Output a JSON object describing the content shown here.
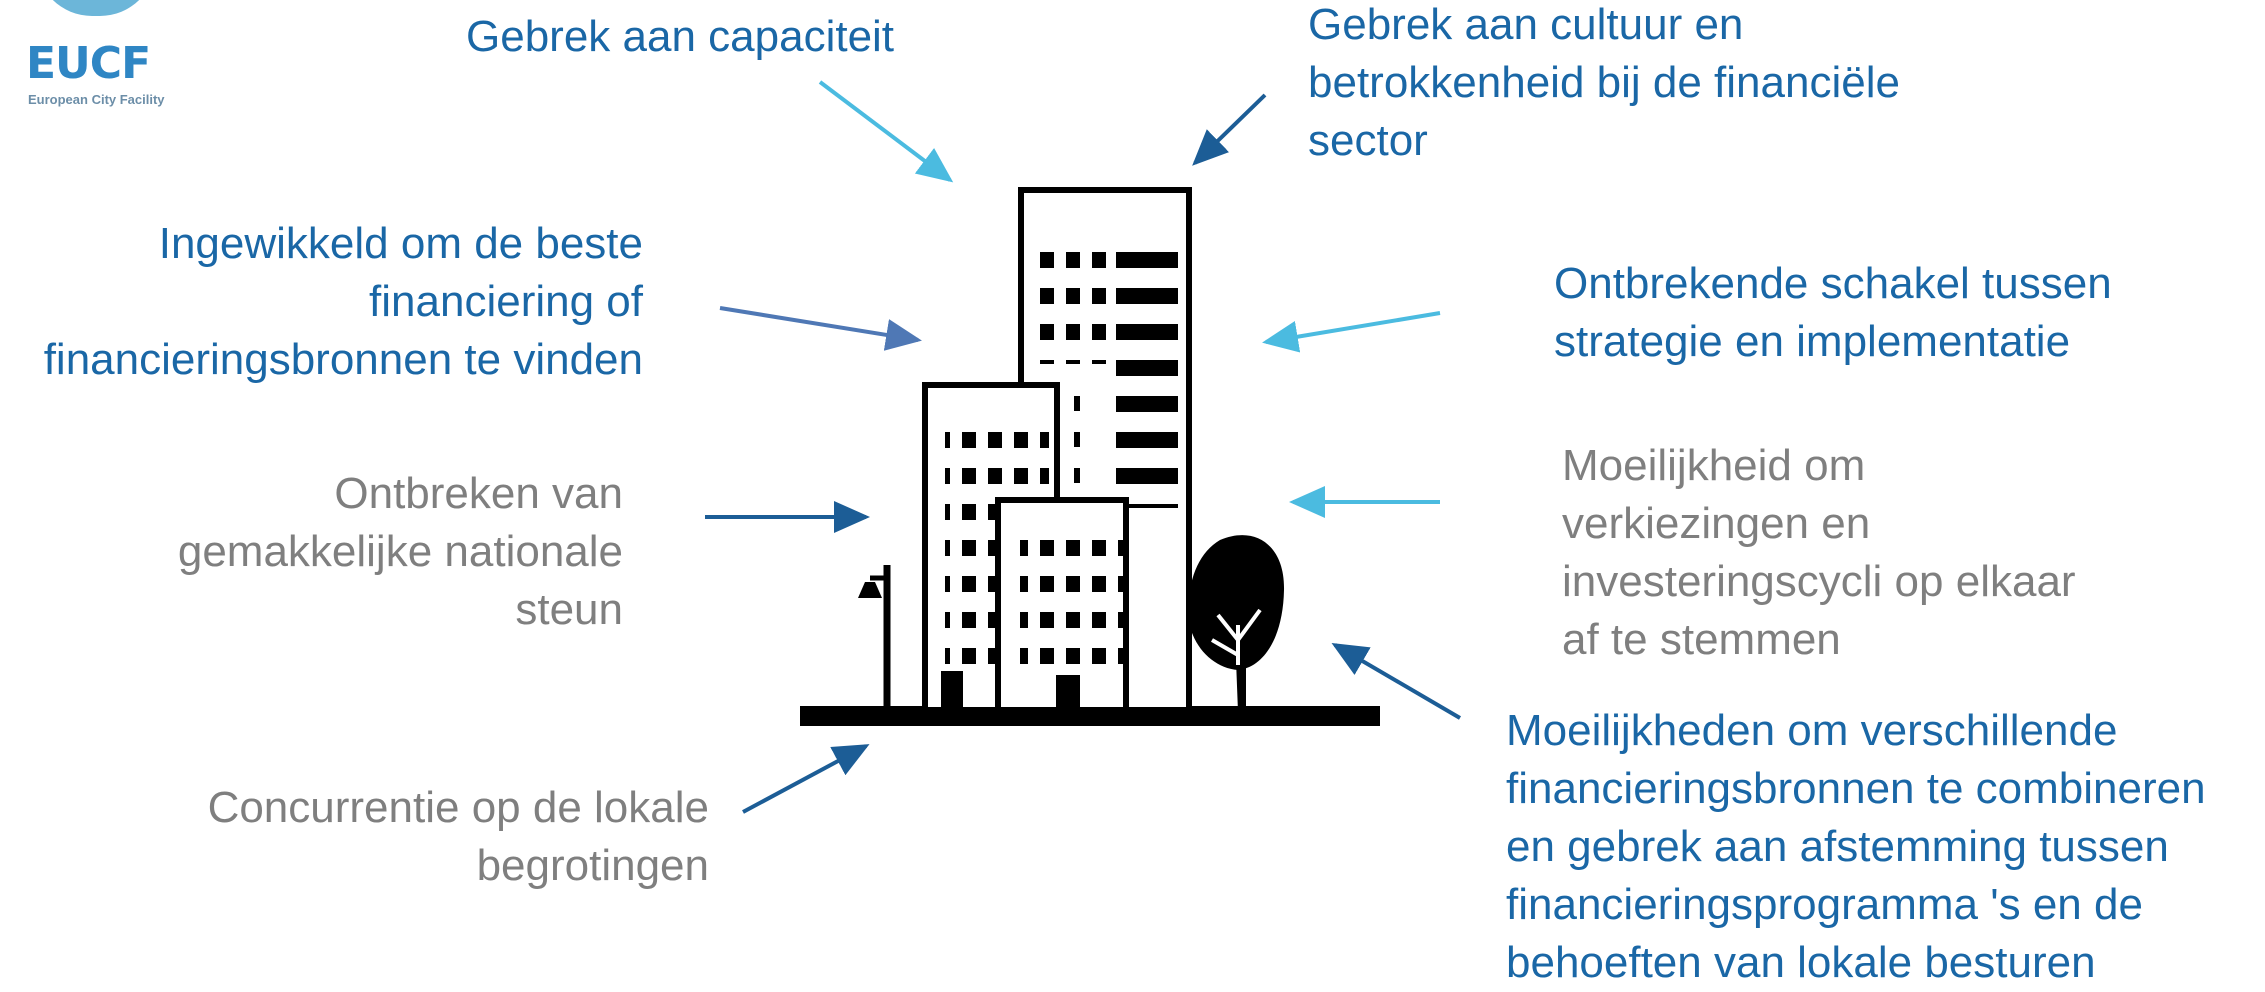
{
  "logo": {
    "text": "EUCF",
    "subtitle": "European City Facility"
  },
  "colors": {
    "blue_text": "#1a67a6",
    "grey_text": "#7f7f7f",
    "arrow_light": "#4bbbe0",
    "arrow_dark": "#1c5d96"
  },
  "labels": {
    "capacity": "Gebrek aan capaciteit",
    "culture": "Gebrek aan cultuur en\nbetrokkenheid bij de financiële\nsector",
    "complex": "Ingewikkeld om de beste\nfinanciering of\nfinancieringsbronnen te vinden",
    "missing_link": "Ontbrekende schakel tussen\nstrategie en implementatie",
    "national_support": "Ontbreken van\ngemakkelijke nationale\nsteun",
    "elections": "Moeilijkheid om\nverkiezingen en\ninvesteringscycli op elkaar\naf te stemmen",
    "combining": "Moeilijkheden om verschillende\nfinancieringsbronnen te combineren\nen gebrek aan afstemming tussen\nfinancieringsprogramma 's en de\nbehoeften van lokale besturen",
    "competition": "Concurrentie op de lokale\nbegrotingen"
  }
}
